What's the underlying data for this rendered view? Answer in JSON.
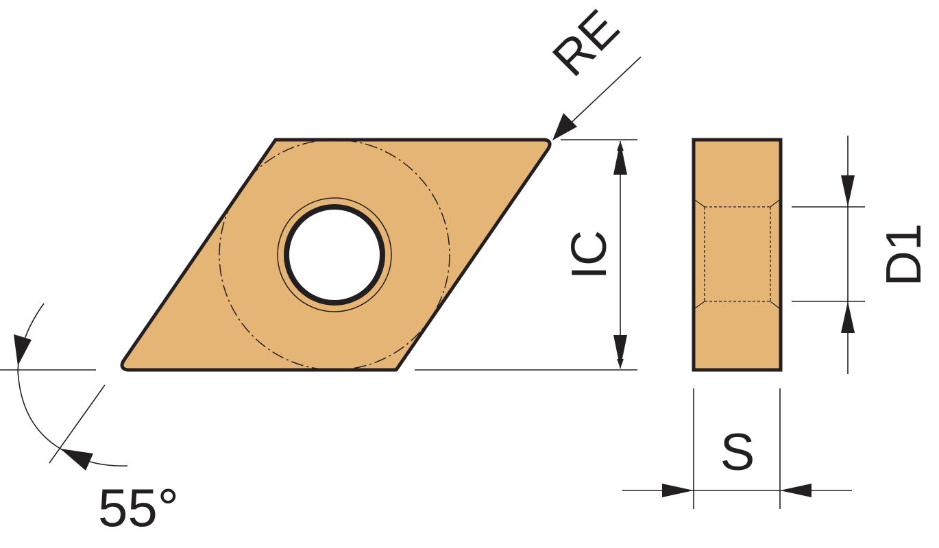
{
  "labels": {
    "re": "RE",
    "ic": "IC",
    "d1": "D1",
    "s": "S",
    "angle": "55°"
  },
  "colors": {
    "insert_fill": "#E4B574",
    "stroke": "#231F20",
    "background": "#FFFFFF"
  }
}
